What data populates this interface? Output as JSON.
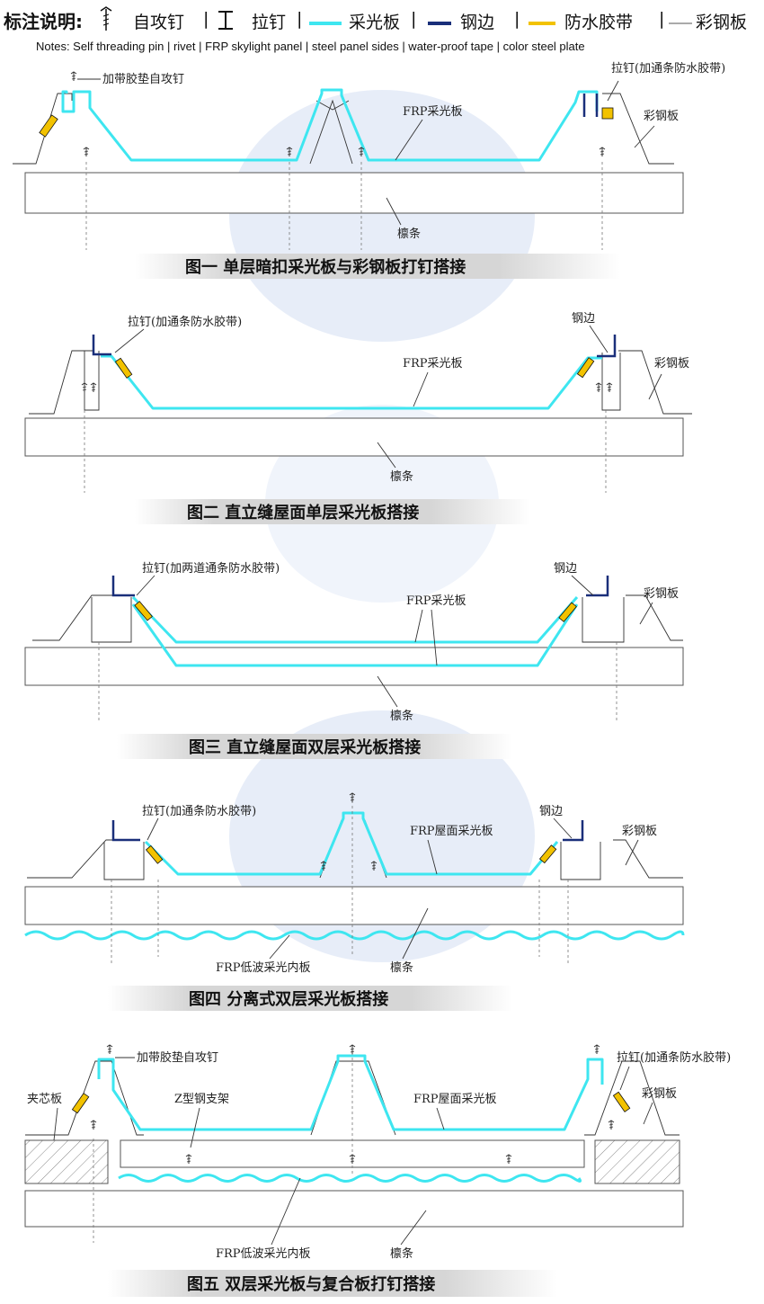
{
  "legend": {
    "title": "标注说明:",
    "items": [
      {
        "label": "自攻钉"
      },
      {
        "label": "拉钉"
      },
      {
        "label": "采光板"
      },
      {
        "label": "钢边"
      },
      {
        "label": "防水胶带"
      },
      {
        "label": "彩钢板"
      }
    ],
    "notes": "Notes: Self threading pin  |      rivet    | FRP skylight panel | steel panel sides | water-proof tape | color steel plate"
  },
  "colors": {
    "frp": "#3ee6f0",
    "steel_edge": "#1a2f7a",
    "tape": "#f2c200",
    "steel_plate": "#333333"
  },
  "figures": [
    {
      "caption": "图一    单层暗扣采光板与彩钢板打钉搭接",
      "labels": {
        "screw": "加带胶垫自攻钉",
        "rivet": "拉钉(加通条防水胶带)",
        "frp": "FRP采光板",
        "steel": "彩钢板",
        "purlin": "檩条"
      }
    },
    {
      "caption": "图二    直立缝屋面单层采光板搭接",
      "labels": {
        "rivet": "拉钉(加通条防水胶带)",
        "edge": "钢边",
        "frp": "FRP采光板",
        "steel": "彩钢板",
        "purlin": "檩条"
      }
    },
    {
      "caption": "图三    直立缝屋面双层采光板搭接",
      "labels": {
        "rivet": "拉钉(加两道通条防水胶带)",
        "edge": "钢边",
        "frp": "FRP采光板",
        "steel": "彩钢板",
        "purlin": "檩条"
      }
    },
    {
      "caption": "图四    分离式双层采光板搭接",
      "labels": {
        "rivet": "拉钉(加通条防水胶带)",
        "edge": "钢边",
        "frp": "FRP屋面采光板",
        "steel": "彩钢板",
        "inner": "FRP低波采光内板",
        "purlin": "檩条"
      }
    },
    {
      "caption": "图五    双层采光板与复合板打钉搭接",
      "labels": {
        "screw": "加带胶垫自攻钉",
        "rivet": "拉钉(加通条防水胶带)",
        "sandwich": "夹芯板",
        "zframe": "Z型钢支架",
        "frp": "FRP屋面采光板",
        "steel": "彩钢板",
        "inner": "FRP低波采光内板",
        "purlin": "檩条"
      }
    }
  ]
}
